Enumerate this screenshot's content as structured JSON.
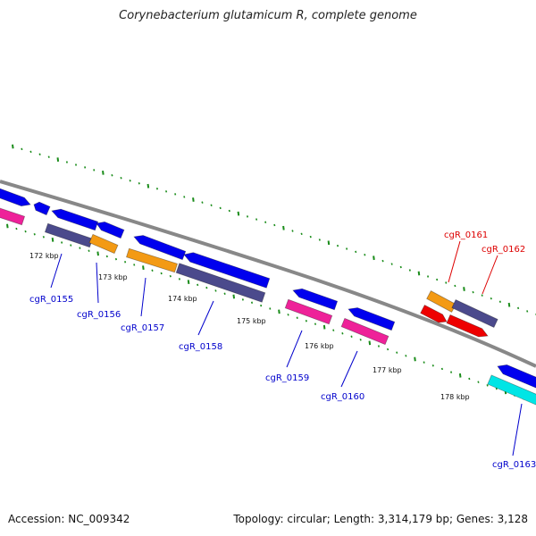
{
  "title": "Corynebacterium glutamicum R, complete genome",
  "footer": {
    "accession": "Accession: NC_009342",
    "summary": "Topology: circular; Length: 3,314,179 bp; Genes: 3,128"
  },
  "colors": {
    "backbone": "#888888",
    "ticks": "#1a8c1a",
    "label_default": "#0000cc",
    "label_highlight": "#dd0000",
    "blue": "#0000ee",
    "pink": "#ee2299",
    "slate": "#4b4a8c",
    "orange": "#f39a14",
    "red": "#ee0000",
    "cyan": "#00e5e5"
  },
  "scale_labels": [
    "172 kbp",
    "173 kbp",
    "174 kbp",
    "175 kbp",
    "176 kbp",
    "177 kbp",
    "178 kbp"
  ],
  "gene_labels": [
    {
      "text": "cgR_0155",
      "color": "label_default"
    },
    {
      "text": "cgR_0156",
      "color": "label_default"
    },
    {
      "text": "cgR_0157",
      "color": "label_default"
    },
    {
      "text": "cgR_0158",
      "color": "label_default"
    },
    {
      "text": "cgR_0159",
      "color": "label_default"
    },
    {
      "text": "cgR_0160",
      "color": "label_default"
    },
    {
      "text": "cgR_0161",
      "color": "label_highlight"
    },
    {
      "text": "cgR_0162",
      "color": "label_highlight"
    },
    {
      "text": "cgR_0163",
      "color": "label_default"
    }
  ],
  "features": [
    {
      "color": "blue",
      "direction": "forward"
    },
    {
      "color": "pink",
      "direction": "none"
    },
    {
      "color": "blue",
      "direction": "reverse"
    },
    {
      "color": "blue",
      "direction": "reverse"
    },
    {
      "color": "slate",
      "direction": "none"
    },
    {
      "color": "blue",
      "direction": "reverse"
    },
    {
      "color": "orange",
      "direction": "none"
    },
    {
      "color": "blue",
      "direction": "reverse"
    },
    {
      "color": "orange",
      "direction": "none"
    },
    {
      "color": "blue",
      "direction": "reverse"
    },
    {
      "color": "slate",
      "direction": "none"
    },
    {
      "color": "blue",
      "direction": "reverse"
    },
    {
      "color": "pink",
      "direction": "none"
    },
    {
      "color": "blue",
      "direction": "reverse"
    },
    {
      "color": "pink",
      "direction": "none"
    },
    {
      "color": "orange",
      "direction": "none"
    },
    {
      "color": "slate",
      "direction": "none"
    },
    {
      "color": "red",
      "direction": "forward"
    },
    {
      "color": "red",
      "direction": "forward"
    },
    {
      "color": "blue",
      "direction": "reverse"
    },
    {
      "color": "cyan",
      "direction": "none"
    }
  ]
}
